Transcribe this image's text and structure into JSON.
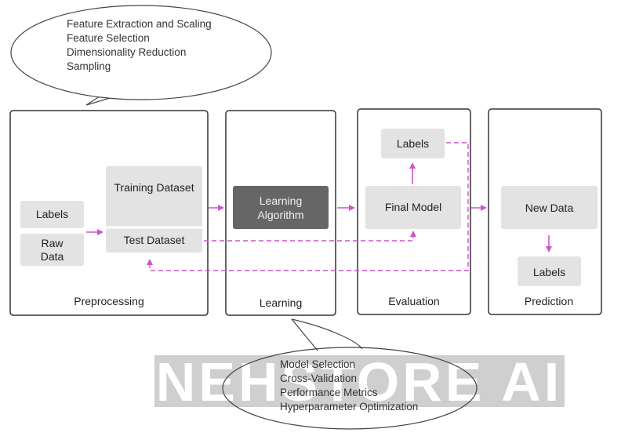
{
  "colors": {
    "accent_arrow": "#cc55cc",
    "box_fill": "#e3e3e3",
    "dark_box_fill": "#666666",
    "stage_border": "#333333",
    "watermark_band": "#cfcfcf"
  },
  "top_bubble": {
    "lines": [
      "Feature Extraction and Scaling",
      "Feature Selection",
      "Dimensionality Reduction",
      "Sampling"
    ]
  },
  "bottom_bubble": {
    "lines": [
      "Model Selection",
      "Cross-Validation",
      "Performance Metrics",
      "Hyperparameter Optimization"
    ]
  },
  "stages": {
    "preprocessing": {
      "title": "Preprocessing",
      "labels": "Labels",
      "raw_data": [
        "Raw",
        "Data"
      ],
      "training_dataset": "Training Dataset",
      "test_dataset": "Test Dataset"
    },
    "learning": {
      "title": "Learning",
      "algorithm": [
        "Learning",
        "Algorithm"
      ]
    },
    "evaluation": {
      "title": "Evaluation",
      "labels": "Labels",
      "final_model": "Final Model"
    },
    "prediction": {
      "title": "Prediction",
      "new_data": "New Data",
      "labels": "Labels"
    }
  },
  "watermark": "NEHSTORE AI"
}
